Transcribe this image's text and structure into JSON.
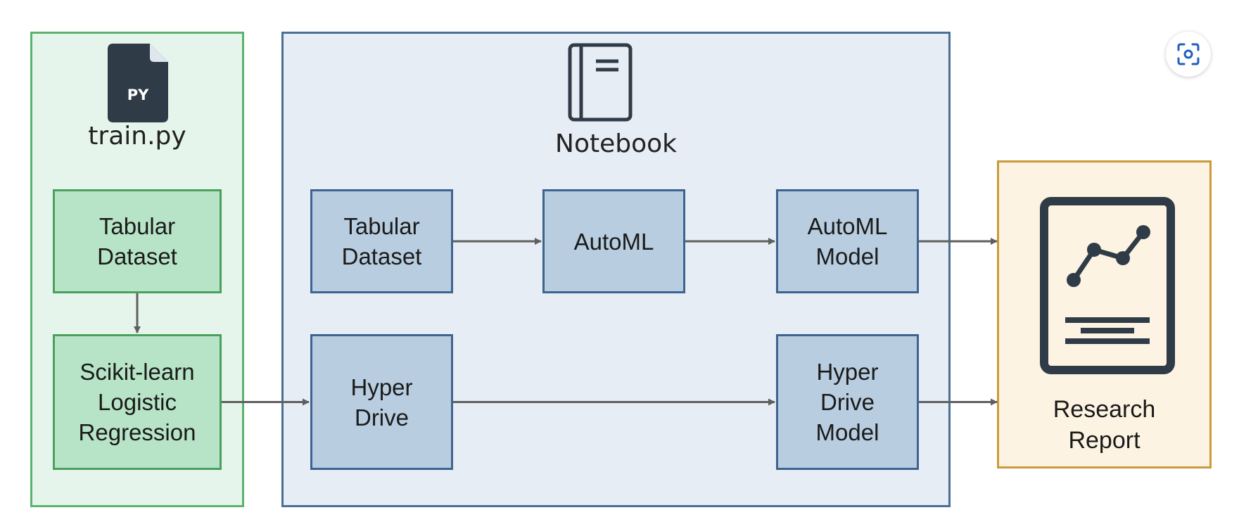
{
  "train_group": {
    "file_icon_text": "PY",
    "caption": "train.py",
    "nodes": [
      {
        "id": "train-tabular",
        "label": "Tabular\nDataset"
      },
      {
        "id": "train-sklearn",
        "label": "Scikit-learn\nLogistic\nRegression"
      }
    ]
  },
  "notebook_group": {
    "caption": "Notebook",
    "nodes": [
      {
        "id": "nb-tabular",
        "label": "Tabular\nDataset"
      },
      {
        "id": "nb-automl",
        "label": "AutoML"
      },
      {
        "id": "nb-automl-model",
        "label": "AutoML\nModel"
      },
      {
        "id": "nb-hyperdrive",
        "label": "Hyper\nDrive"
      },
      {
        "id": "nb-hyperdrive-model",
        "label": "Hyper\nDrive\nModel"
      }
    ]
  },
  "report_group": {
    "label": "Research\nReport"
  },
  "edges": [
    {
      "from": "train-tabular",
      "to": "train-sklearn"
    },
    {
      "from": "train-sklearn",
      "to": "nb-hyperdrive"
    },
    {
      "from": "nb-tabular",
      "to": "nb-automl"
    },
    {
      "from": "nb-automl",
      "to": "nb-automl-model"
    },
    {
      "from": "nb-hyperdrive",
      "to": "nb-hyperdrive-model"
    },
    {
      "from": "nb-automl-model",
      "to": "research-report"
    },
    {
      "from": "nb-hyperdrive-model",
      "to": "research-report"
    }
  ],
  "colors": {
    "green_fill": "#b7e4c7",
    "blue_fill": "#b8cde0",
    "report_fill": "#fcf3e2",
    "arrow": "#5f5f5f"
  },
  "icons": {
    "file": "python-file-icon",
    "notebook": "notebook-icon",
    "report": "chart-report-icon",
    "focus": "focus-scan-icon"
  }
}
